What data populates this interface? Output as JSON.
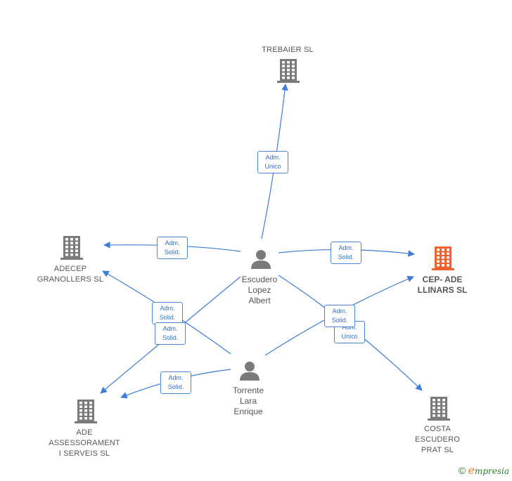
{
  "colors": {
    "edge": "#3b7dd8",
    "company_icon": "#7a7a7a",
    "main_company_icon": "#f0622d",
    "person_icon": "#7a7a7a"
  },
  "nodes": {
    "trebaier": {
      "label": "TREBAIER SL",
      "kind": "company"
    },
    "adecep": {
      "label": "ADECEP\nGRANOLLERS SL",
      "kind": "company"
    },
    "cep_ade": {
      "label": "CEP- ADE\nLLINARS  SL",
      "kind": "main"
    },
    "escudero": {
      "label": "Escudero\nLopez\nAlbert",
      "kind": "person"
    },
    "torrente": {
      "label": "Torrente\nLara\nEnrique",
      "kind": "person"
    },
    "ade_asses": {
      "label": "ADE\nASSESSORAMENT\nI SERVEIS SL",
      "kind": "company"
    },
    "costa": {
      "label": "COSTA\nESCUDERO\nPRAT SL",
      "kind": "company"
    }
  },
  "edges": {
    "e1": {
      "label": "Adm.\nUnico"
    },
    "e2": {
      "label": "Adm.\nSolid."
    },
    "e3": {
      "label": "Adm.\nSolid."
    },
    "e4": {
      "label": "Adm.\nSolid."
    },
    "e5": {
      "label": "Adm.\nSolid."
    },
    "e6": {
      "label": "Adm.\nSolid."
    },
    "e7": {
      "label": "Adm.\nSolid."
    },
    "e8": {
      "label": "Adm.\nUnico"
    }
  },
  "footer": {
    "copyright_symbol": "©",
    "brand_initial": "e",
    "brand_rest": "mpresia"
  }
}
